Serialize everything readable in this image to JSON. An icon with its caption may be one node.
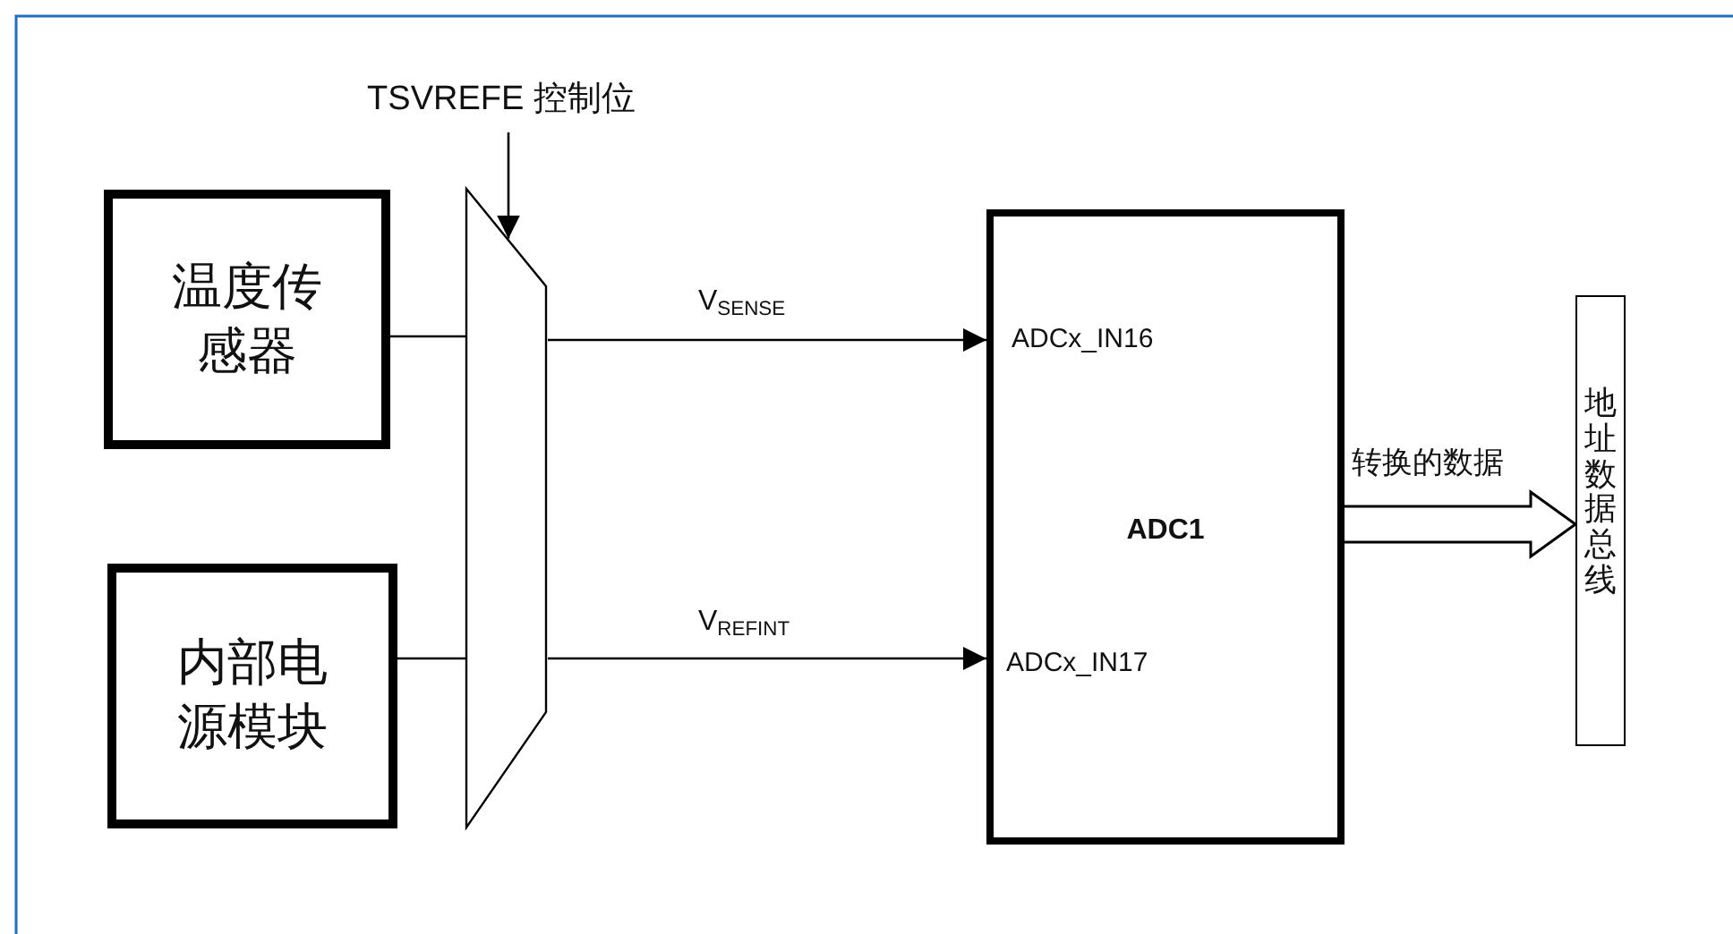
{
  "diagram": {
    "nodes": [
      {
        "text": [
          "温度传感器"
        ]
      },
      {
        "text": [
          "内部电源模块"
        ]
      },
      {
        "text": [],
        "shape": "trapezoid"
      },
      {
        "text": [
          "TSVREFE 控制位"
        ]
      },
      {
        "text": [
          "ADCx_IN16",
          "ADC1",
          "ADCx_IN17"
        ]
      },
      {
        "text": [
          "地址数据总线"
        ]
      }
    ],
    "edges": [
      {
        "from": 0,
        "to": 2,
        "arrow": "none"
      },
      {
        "from": 1,
        "to": 2,
        "arrow": "none"
      },
      {
        "from": 2,
        "to": 4,
        "arrow": "to",
        "label": "V$_{SENSE}$"
      },
      {
        "from": 2,
        "to": 4,
        "arrow": "to",
        "label": "V$_{REFINT}$"
      },
      {
        "from": 3,
        "to": 2,
        "arrow": "to"
      },
      {
        "from": 4,
        "to": 5,
        "arrow": "to",
        "label": "转换的数据",
        "style": "thick"
      }
    ]
  }
}
